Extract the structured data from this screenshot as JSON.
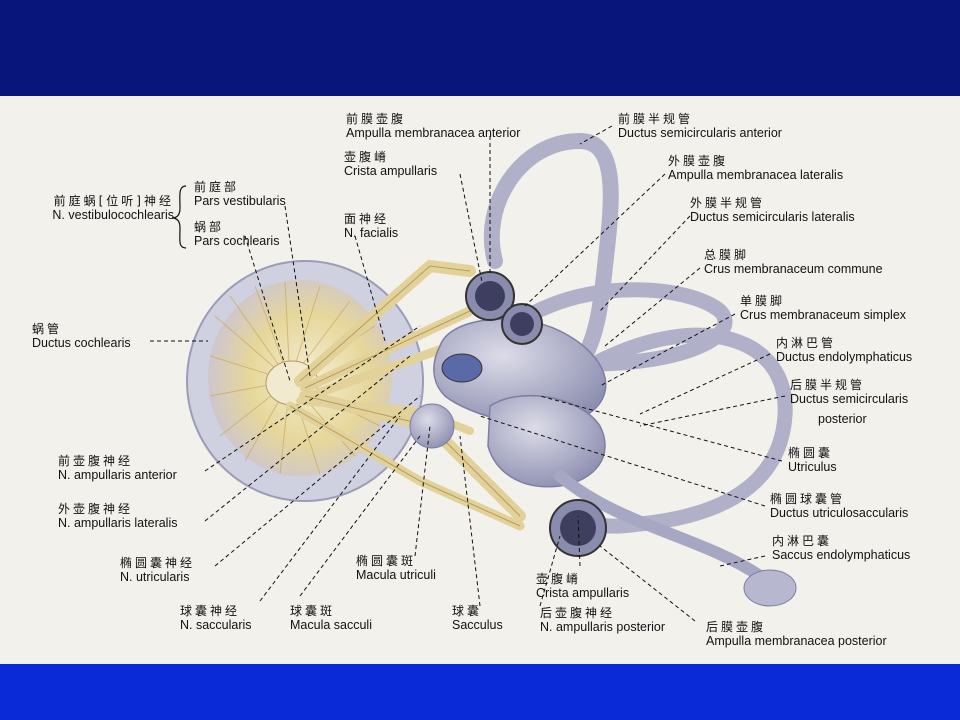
{
  "labels": {
    "ampulla_ant": {
      "zh": "前膜壶腹",
      "en": "Ampulla membranacea anterior"
    },
    "crista_top": {
      "zh": "壶腹嵴",
      "en": "Crista ampullaris"
    },
    "ductus_sc_ant": {
      "zh": "前膜半规管",
      "en": "Ductus semicircularis anterior"
    },
    "ampulla_lat": {
      "zh": "外膜壶腹",
      "en": "Ampulla membranacea lateralis"
    },
    "ductus_sc_lat": {
      "zh": "外膜半规管",
      "en": "Ductus semicircularis lateralis"
    },
    "crus_commune": {
      "zh": "总膜脚",
      "en": "Crus membranaceum commune"
    },
    "crus_simplex": {
      "zh": "单膜脚",
      "en": "Crus membranaceum simplex"
    },
    "ductus_endo": {
      "zh": "内淋巴管",
      "en": "Ductus endolymphaticus"
    },
    "ductus_sc_post": {
      "zh": "后膜半规管",
      "en": "Ductus semicircularis",
      "en2": "posterior"
    },
    "utriculus": {
      "zh": "椭圆囊",
      "en": "Utriculus"
    },
    "ductus_us": {
      "zh": "椭圆球囊管",
      "en": "Ductus utriculosaccularis"
    },
    "saccus_endo": {
      "zh": "内淋巴囊",
      "en": "Saccus endolymphaticus"
    },
    "ampulla_post": {
      "zh": "后膜壶腹",
      "en": "Ampulla membranacea posterior"
    },
    "n_vestibulocochlearis": {
      "zh": "前庭蜗[位听]神经",
      "en": "N. vestibulocochlearis"
    },
    "pars_vest": {
      "zh": "前庭部",
      "en": "Pars vestibularis"
    },
    "pars_coch": {
      "zh": "蜗部",
      "en": "Pars cochlearis"
    },
    "n_facialis": {
      "zh": "面神经",
      "en": "N. facialis"
    },
    "ductus_cochlearis": {
      "zh": "蜗管",
      "en": "Ductus cochlearis"
    },
    "n_amp_ant": {
      "zh": "前壶腹神经",
      "en": "N. ampullaris anterior"
    },
    "n_amp_lat": {
      "zh": "外壶腹神经",
      "en": "N. ampullaris lateralis"
    },
    "n_utricularis": {
      "zh": "椭圆囊神经",
      "en": "N. utricularis"
    },
    "n_saccularis": {
      "zh": "球囊神经",
      "en": "N. saccularis"
    },
    "macula_sacculi": {
      "zh": "球囊斑",
      "en": "Macula sacculi"
    },
    "macula_utriculi": {
      "zh": "椭圆囊斑",
      "en": "Macula utriculi"
    },
    "sacculus": {
      "zh": "球囊",
      "en": "Sacculus"
    },
    "crista_bottom": {
      "zh": "壶腹嵴",
      "en": "Crista ampullaris"
    },
    "n_amp_post": {
      "zh": "后壶腹神经",
      "en": "N. ampullaris posterior"
    }
  }
}
